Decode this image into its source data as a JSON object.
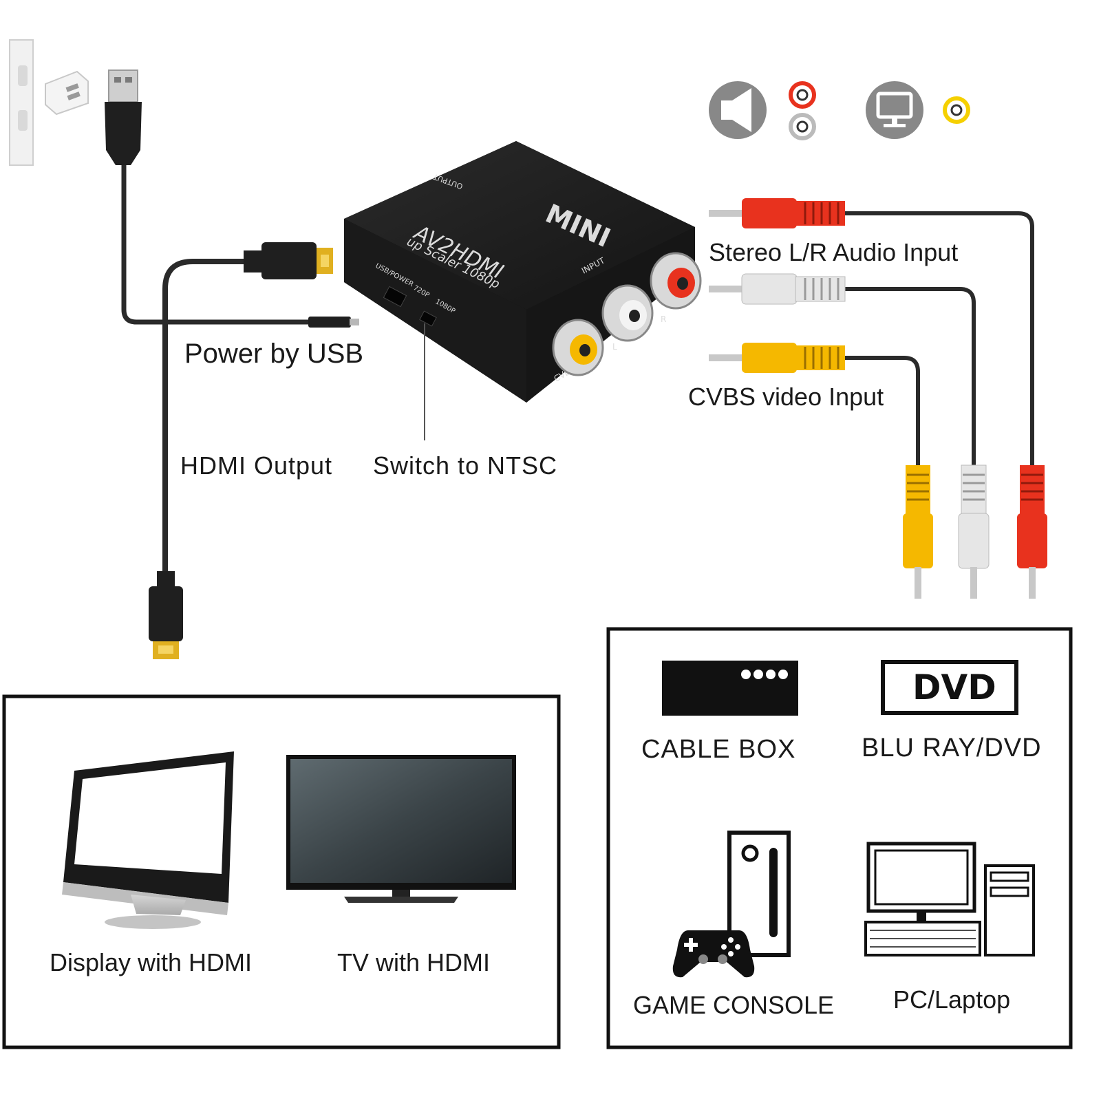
{
  "labels": {
    "power_by_usb": "Power by USB",
    "hdmi_output": "HDMI Output",
    "switch_to_ntsc": "Switch to NTSC",
    "stereo_audio_input": "Stereo L/R Audio Input",
    "cvbs_video_input": "CVBS video Input"
  },
  "device": {
    "brand": "MINI",
    "model": "AV2HDMI",
    "subtitle": "up Scaler 1080p",
    "port_output": "OUTPUT",
    "port_input": "INPUT",
    "port_usb_power": "USB/POWER",
    "res_720": "720P",
    "res_1080": "1080P",
    "jack_cvbs": "CVBS",
    "jack_l": "L",
    "jack_r": "R"
  },
  "output_devices": {
    "display": "Display with HDMI",
    "tv": "TV with HDMI"
  },
  "input_devices": {
    "cable_box": "CABLE BOX",
    "dvd_logo": "DVD",
    "blu_ray": "BLU RAY/DVD",
    "game_console": "GAME CONSOLE",
    "pc": "PC/Laptop"
  },
  "colors": {
    "rca_red": "#e8321e",
    "rca_white": "#e6e6e6",
    "rca_yellow": "#f5b800",
    "device_body": "#1c1c1c",
    "cable": "#2a2a2a",
    "hdmi_gold": "#e0b020"
  }
}
